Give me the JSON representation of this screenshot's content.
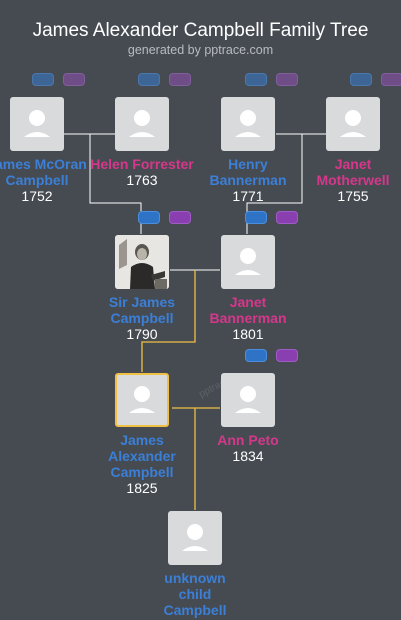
{
  "header": {
    "title": "James Alexander Campbell Family Tree",
    "subtitle": "generated by pptrace.com"
  },
  "watermark": "pptrace",
  "colors": {
    "background": "#464b52",
    "male": "#3b7fd6",
    "female": "#d6378a",
    "line": "#ffffff",
    "direct_line": "#f0c044"
  },
  "people": {
    "james_mcoran": {
      "name": "James McOran Campbell",
      "year": "1752",
      "sex": "male",
      "icon": "person-avatar-icon"
    },
    "helen": {
      "name": "Helen Forrester",
      "year": "1763",
      "sex": "female",
      "icon": "person-avatar-icon"
    },
    "henry": {
      "name": "Henry Bannerman",
      "year": "1771",
      "sex": "male",
      "icon": "person-avatar-icon"
    },
    "janet_m": {
      "name": "Janet Motherwell",
      "year": "1755",
      "sex": "female",
      "icon": "person-avatar-icon"
    },
    "sir_james": {
      "name": "Sir James Campbell",
      "year": "1790",
      "sex": "male",
      "icon": "portrait-photo"
    },
    "janet_b": {
      "name": "Janet Bannerman",
      "year": "1801",
      "sex": "female",
      "icon": "person-avatar-icon"
    },
    "james_alex": {
      "name": "James Alexander Campbell",
      "year": "1825",
      "sex": "male",
      "icon": "person-avatar-icon"
    },
    "ann": {
      "name": "Ann Peto",
      "year": "1834",
      "sex": "female",
      "icon": "person-avatar-icon"
    },
    "child": {
      "name": "unknown child Campbell",
      "year": "",
      "sex": "male",
      "icon": "person-avatar-icon"
    }
  }
}
